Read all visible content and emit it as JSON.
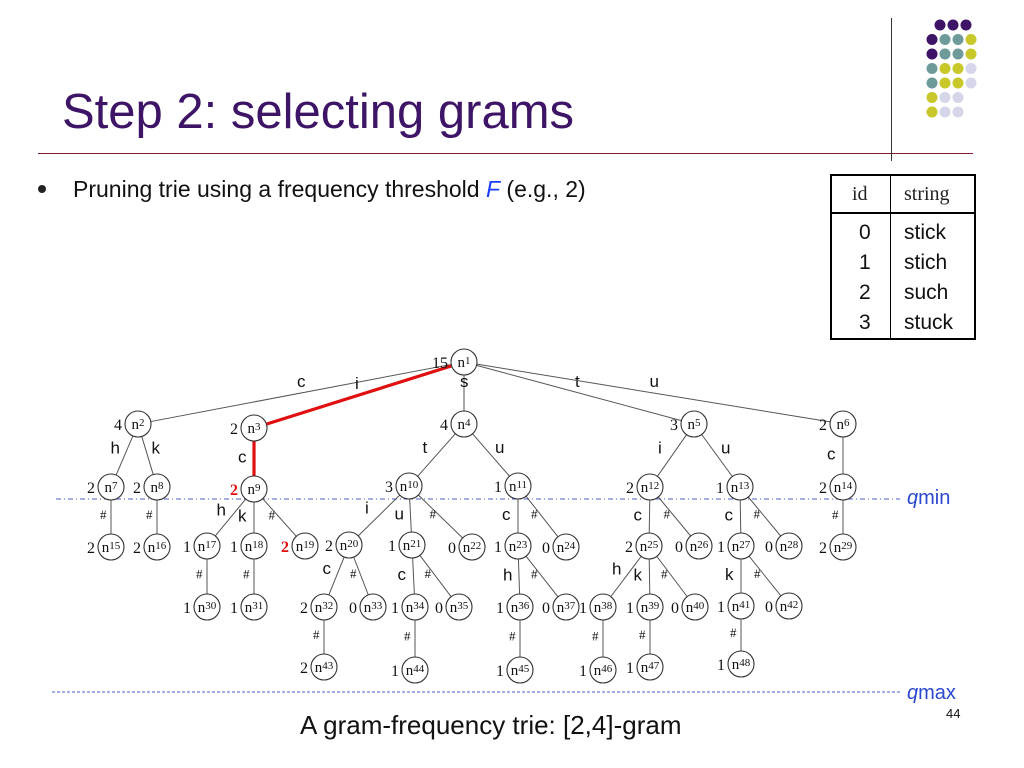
{
  "title": "Step 2: selecting grams",
  "bullet": {
    "text_before": "Pruning trie using a frequency threshold ",
    "keyword": "F",
    "text_after": " (e.g., 2)"
  },
  "table": {
    "headers": [
      "id",
      "string"
    ],
    "rows": [
      {
        "id": "0",
        "string": "stick"
      },
      {
        "id": "1",
        "string": "stich"
      },
      {
        "id": "2",
        "string": "such"
      },
      {
        "id": "3",
        "string": "stuck"
      }
    ]
  },
  "trie": {
    "nodes": [
      {
        "id": "1",
        "freq": "15"
      },
      {
        "id": "2",
        "freq": "4"
      },
      {
        "id": "3",
        "freq": "2"
      },
      {
        "id": "4",
        "freq": "4"
      },
      {
        "id": "5",
        "freq": "3"
      },
      {
        "id": "6",
        "freq": "2"
      },
      {
        "id": "7",
        "freq": "2"
      },
      {
        "id": "8",
        "freq": "2"
      },
      {
        "id": "9",
        "freq": "2",
        "highlight": true
      },
      {
        "id": "10",
        "freq": "3"
      },
      {
        "id": "11",
        "freq": "1"
      },
      {
        "id": "12",
        "freq": "2"
      },
      {
        "id": "13",
        "freq": "1"
      },
      {
        "id": "14",
        "freq": "2"
      },
      {
        "id": "15",
        "freq": "2"
      },
      {
        "id": "16",
        "freq": "2"
      },
      {
        "id": "17",
        "freq": "1"
      },
      {
        "id": "18",
        "freq": "1"
      },
      {
        "id": "19",
        "freq": "2",
        "highlight": true
      },
      {
        "id": "20",
        "freq": "2"
      },
      {
        "id": "21",
        "freq": "1"
      },
      {
        "id": "22",
        "freq": "0"
      },
      {
        "id": "23",
        "freq": "1"
      },
      {
        "id": "24",
        "freq": "0"
      },
      {
        "id": "25",
        "freq": "2"
      },
      {
        "id": "26",
        "freq": "0"
      },
      {
        "id": "27",
        "freq": "1"
      },
      {
        "id": "28",
        "freq": "0"
      },
      {
        "id": "29",
        "freq": "2"
      },
      {
        "id": "30",
        "freq": "1"
      },
      {
        "id": "31",
        "freq": "1"
      },
      {
        "id": "32",
        "freq": "2"
      },
      {
        "id": "33",
        "freq": "0"
      },
      {
        "id": "34",
        "freq": "1"
      },
      {
        "id": "35",
        "freq": "0"
      },
      {
        "id": "36",
        "freq": "1"
      },
      {
        "id": "37",
        "freq": "0"
      },
      {
        "id": "38",
        "freq": "1"
      },
      {
        "id": "39",
        "freq": "1"
      },
      {
        "id": "40",
        "freq": "0"
      },
      {
        "id": "41",
        "freq": "1"
      },
      {
        "id": "42",
        "freq": "0"
      },
      {
        "id": "43",
        "freq": "2"
      },
      {
        "id": "44",
        "freq": "1"
      },
      {
        "id": "45",
        "freq": "1"
      },
      {
        "id": "46",
        "freq": "1"
      },
      {
        "id": "47",
        "freq": "1"
      },
      {
        "id": "48",
        "freq": "1"
      }
    ],
    "edges": [
      {
        "from": "1",
        "to": "2",
        "label": "c"
      },
      {
        "from": "1",
        "to": "3",
        "label": "i",
        "highlight": true
      },
      {
        "from": "1",
        "to": "4",
        "label": "s"
      },
      {
        "from": "1",
        "to": "5",
        "label": "t"
      },
      {
        "from": "1",
        "to": "6",
        "label": "u"
      },
      {
        "from": "2",
        "to": "7",
        "label": "h"
      },
      {
        "from": "2",
        "to": "8",
        "label": "k"
      },
      {
        "from": "3",
        "to": "9",
        "label": "c",
        "highlight": true
      },
      {
        "from": "4",
        "to": "10",
        "label": "t"
      },
      {
        "from": "4",
        "to": "11",
        "label": "u"
      },
      {
        "from": "5",
        "to": "12",
        "label": "i"
      },
      {
        "from": "5",
        "to": "13",
        "label": "u"
      },
      {
        "from": "6",
        "to": "14",
        "label": "c"
      },
      {
        "from": "7",
        "to": "15",
        "label": "#"
      },
      {
        "from": "8",
        "to": "16",
        "label": "#"
      },
      {
        "from": "9",
        "to": "17",
        "label": "h"
      },
      {
        "from": "9",
        "to": "18",
        "label": "k"
      },
      {
        "from": "9",
        "to": "19",
        "label": "#"
      },
      {
        "from": "10",
        "to": "20",
        "label": "i"
      },
      {
        "from": "10",
        "to": "21",
        "label": "u"
      },
      {
        "from": "10",
        "to": "22",
        "label": "#"
      },
      {
        "from": "11",
        "to": "23",
        "label": "c"
      },
      {
        "from": "11",
        "to": "24",
        "label": "#"
      },
      {
        "from": "12",
        "to": "25",
        "label": "c"
      },
      {
        "from": "12",
        "to": "26",
        "label": "#"
      },
      {
        "from": "13",
        "to": "27",
        "label": "c"
      },
      {
        "from": "13",
        "to": "28",
        "label": "#"
      },
      {
        "from": "14",
        "to": "29",
        "label": "#"
      },
      {
        "from": "17",
        "to": "30",
        "label": "#"
      },
      {
        "from": "18",
        "to": "31",
        "label": "#"
      },
      {
        "from": "20",
        "to": "32",
        "label": "c"
      },
      {
        "from": "20",
        "to": "33",
        "label": "#"
      },
      {
        "from": "21",
        "to": "34",
        "label": "c"
      },
      {
        "from": "21",
        "to": "35",
        "label": "#"
      },
      {
        "from": "23",
        "to": "36",
        "label": "h"
      },
      {
        "from": "23",
        "to": "37",
        "label": "#"
      },
      {
        "from": "25",
        "to": "38",
        "label": "h"
      },
      {
        "from": "25",
        "to": "39",
        "label": "k"
      },
      {
        "from": "25",
        "to": "40",
        "label": "#"
      },
      {
        "from": "27",
        "to": "41",
        "label": "k"
      },
      {
        "from": "27",
        "to": "42",
        "label": "#"
      },
      {
        "from": "32",
        "to": "43",
        "label": "#"
      },
      {
        "from": "34",
        "to": "44",
        "label": "#"
      },
      {
        "from": "36",
        "to": "45",
        "label": "#"
      },
      {
        "from": "39",
        "to": "47",
        "label": "#"
      },
      {
        "from": "38",
        "to": "46",
        "label": "#"
      },
      {
        "from": "41",
        "to": "48",
        "label": "#"
      }
    ],
    "node_prefix": "n",
    "qmin_label": {
      "q": "q",
      "rest": "min"
    },
    "qmax_label": {
      "q": "q",
      "rest": "max"
    }
  },
  "colors": {
    "title": "#3d1466",
    "highlight": "#e01010",
    "guide": "#4a5fd0",
    "dot_purple": "#3d1466",
    "dot_teal": "#6e9a9a",
    "dot_olive": "#c8c82a",
    "dot_lavender": "#d6d6ea"
  },
  "caption": "A gram-frequency trie: [2,4]-gram",
  "page_number": "44"
}
